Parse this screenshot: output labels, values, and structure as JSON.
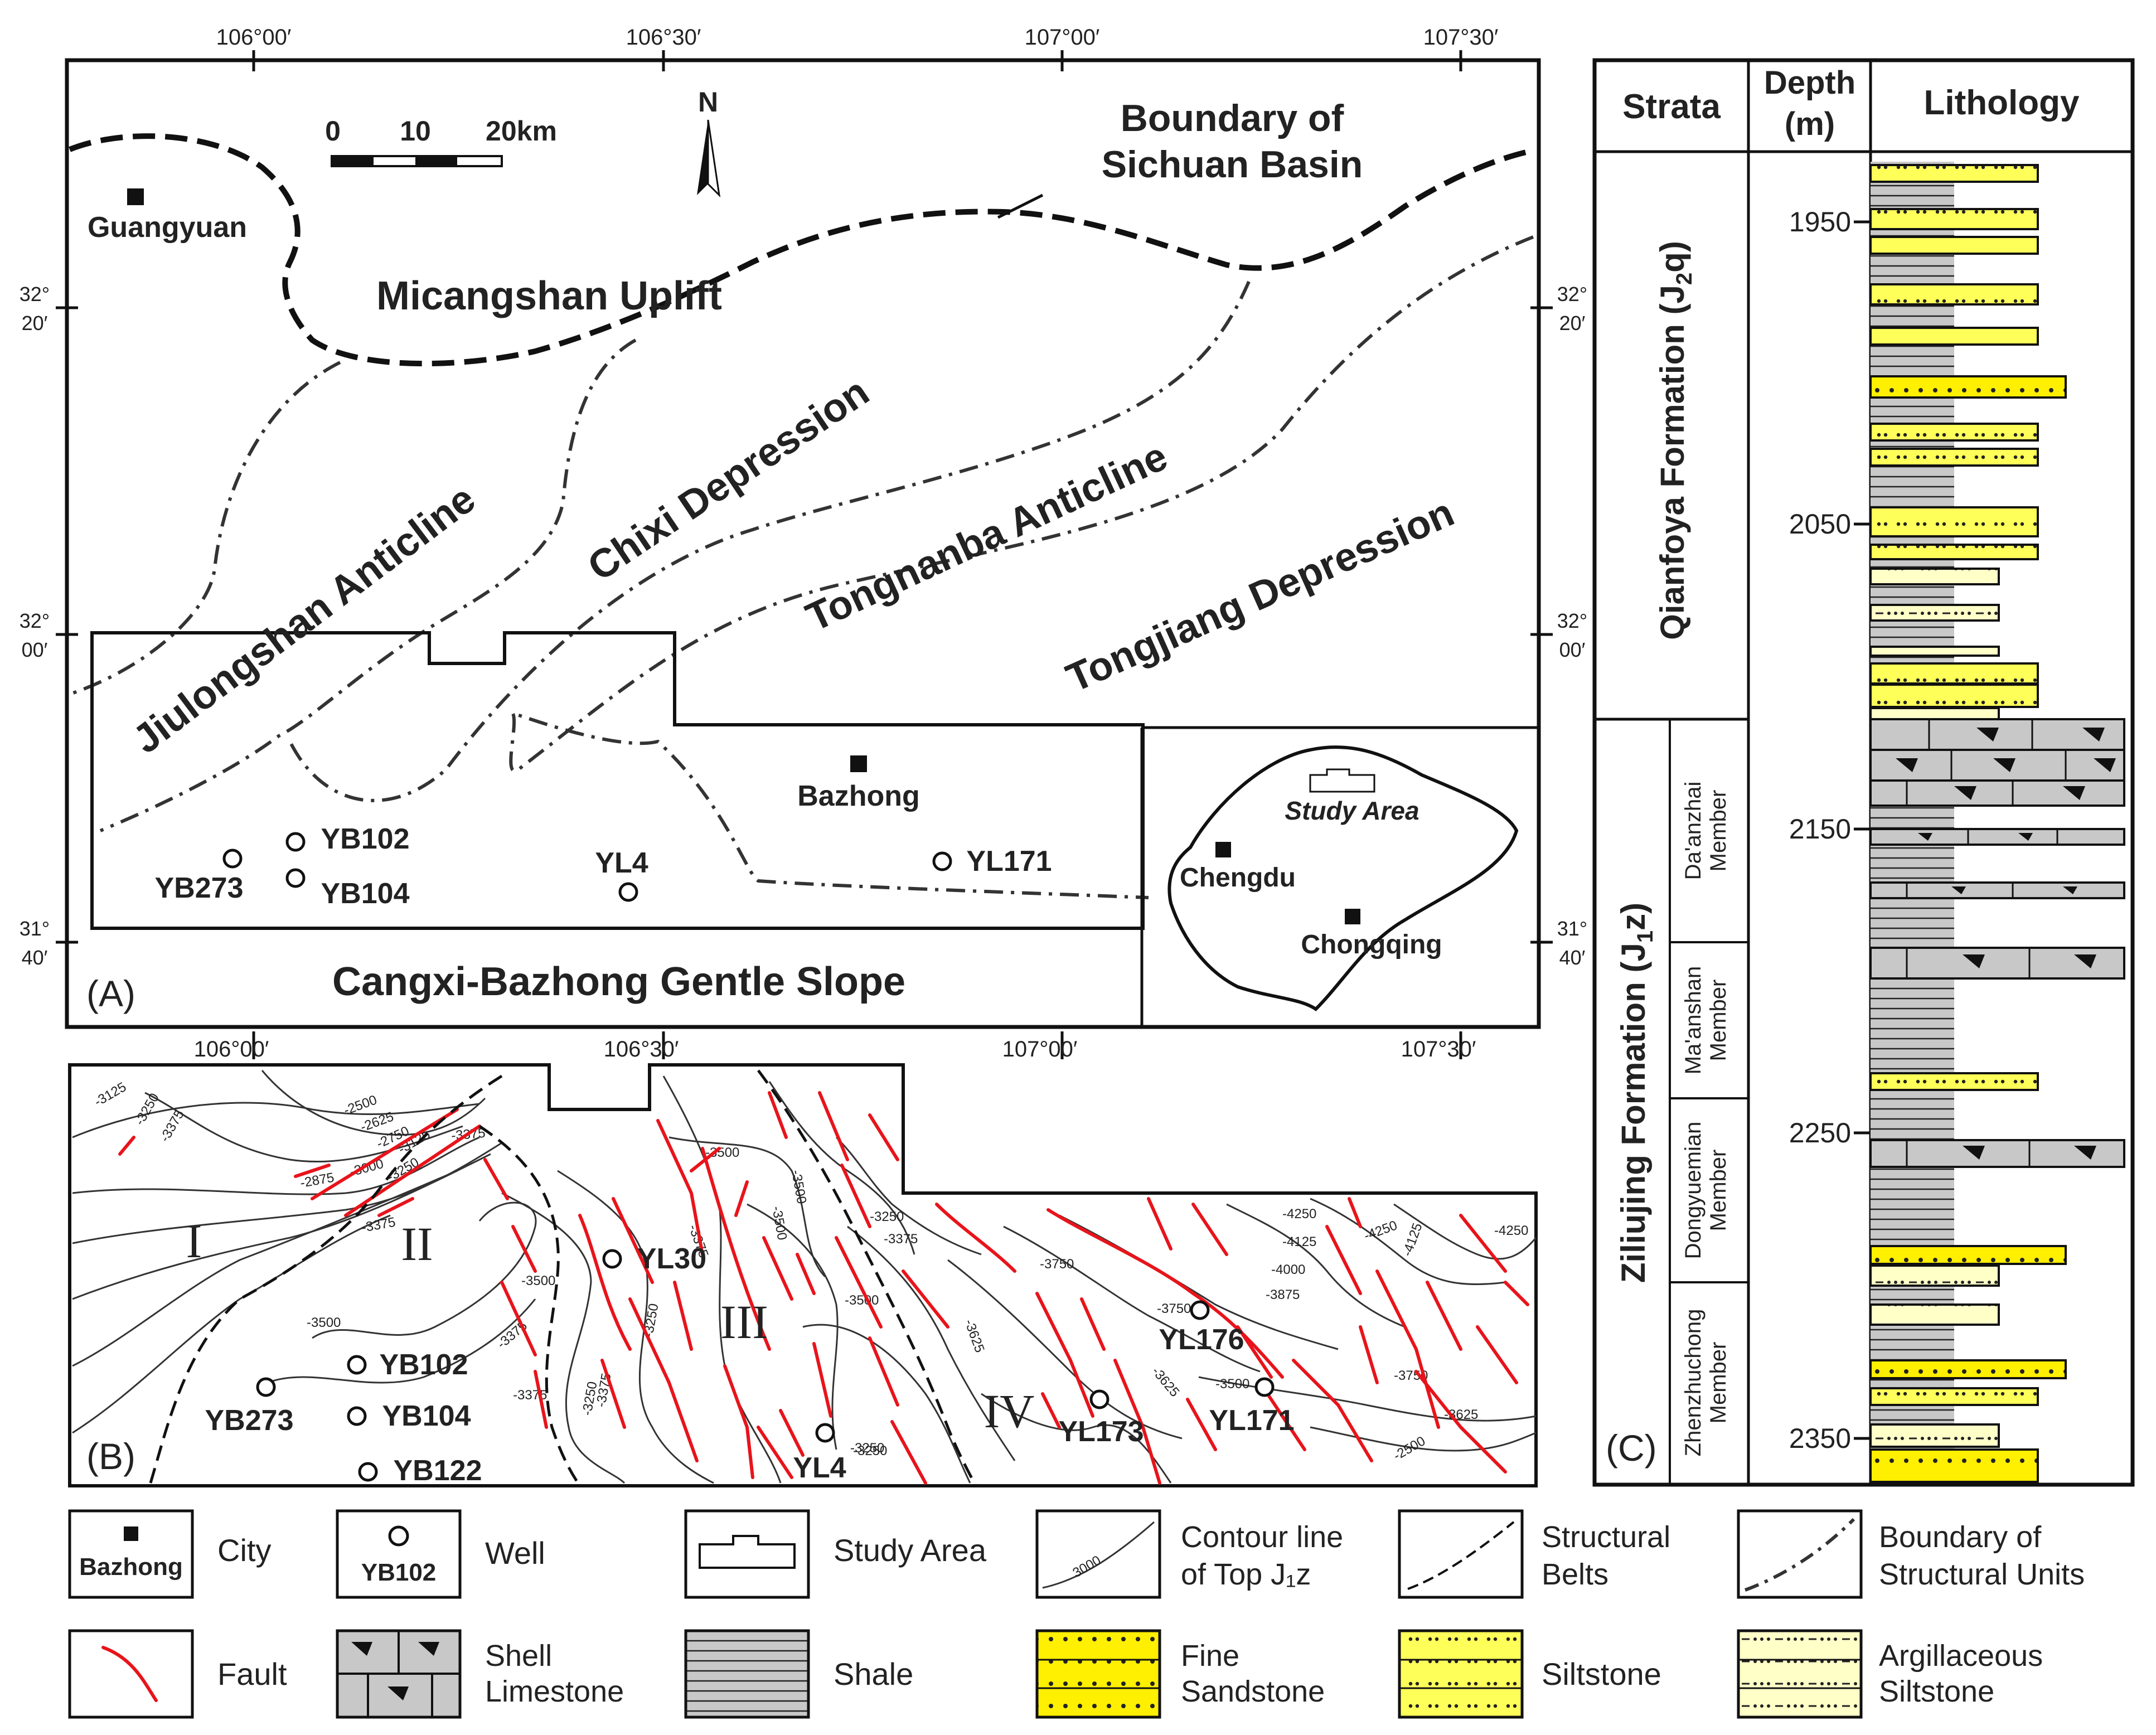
{
  "colors": {
    "fault": "#e8141b",
    "fine_sandstone": "#ffef00",
    "siltstone": "#ffff5a",
    "argillaceous_siltstone": "#ffffc8",
    "shale": "#c8c8c8",
    "limestone": "#c8c8c8"
  },
  "panel_a": {
    "label": "(A)",
    "lon_ticks": [
      "106°00′",
      "106°30′",
      "107°00′",
      "107°30′"
    ],
    "lat_ticks_left": [
      [
        "32°",
        "20′"
      ],
      [
        "32°",
        "00′"
      ],
      [
        "31°",
        "40′"
      ]
    ],
    "lat_ticks_right": [
      [
        "32°",
        "20′"
      ],
      [
        "32°",
        "00′"
      ],
      [
        "31°",
        "40′"
      ]
    ],
    "scale": {
      "ticks": [
        "0",
        "10",
        "20km"
      ]
    },
    "north": "N",
    "boundary_label": [
      "Boundary of",
      "Sichuan Basin"
    ],
    "units": [
      "Micangshan Uplift",
      "Jiulongshan Anticline",
      "Chixi Depression",
      "Tongnanba Anticline",
      "Tongjiang Depression",
      "Cangxi-Bazhong Gentle Slope"
    ],
    "cities": [
      "Guangyuan",
      "Bazhong"
    ],
    "wells": [
      "YB273",
      "YB102",
      "YB104",
      "YL4",
      "YL171"
    ],
    "inset": {
      "study_area": "Study Area",
      "cities": [
        "Chengdu",
        "Chongqing"
      ]
    }
  },
  "panel_b": {
    "label": "(B)",
    "lon_ticks": [
      "106°00′",
      "106°30′",
      "107°00′",
      "107°30′"
    ],
    "zones": [
      "I",
      "II",
      "III",
      "IV"
    ],
    "wells": [
      "YL30",
      "YB102",
      "YB273",
      "YB104",
      "YB122",
      "YL4",
      "YL176",
      "YL173",
      "YL171"
    ],
    "contour_labels": [
      "-3125",
      "-3250",
      "-3375",
      "-2500",
      "-2625",
      "-2750",
      "-2875",
      "-3000",
      "-3125",
      "-3250",
      "-3375",
      "-3375",
      "-3500",
      "-3500",
      "-3375",
      "-3375",
      "-3250",
      "-3250",
      "-3375",
      "-3500",
      "-3375",
      "-3500",
      "-3500",
      "-3250",
      "-3375",
      "-3500",
      "-3250",
      "-3625",
      "-3750",
      "-4250",
      "-4125",
      "-4000",
      "-3875",
      "-4250",
      "-4125",
      "-4250",
      "-3750",
      "-3625",
      "-3500",
      "-3750",
      "-3625",
      "-2500",
      "-3250"
    ]
  },
  "panel_c": {
    "label": "(C)",
    "headers": [
      "Strata",
      "Depth",
      "(m)",
      "Lithology"
    ],
    "formations": [
      {
        "name": "Qianfoya Formation (J",
        "sub": "2",
        "tail": "q)"
      },
      {
        "name": "Ziliujing Formation (J",
        "sub": "1",
        "tail": "z)"
      }
    ],
    "members": [
      [
        "Da'anzhai",
        "Member"
      ],
      [
        "Ma'anshan",
        "Member"
      ],
      [
        "Dongyuemian",
        "Member"
      ],
      [
        "Zhenzhuchong",
        "Member"
      ]
    ],
    "depth_ticks": [
      "1950",
      "2050",
      "2150",
      "2250",
      "2350"
    ]
  },
  "legend": [
    {
      "symbol_text": "Bazhong",
      "label": [
        "City"
      ]
    },
    {
      "symbol_text": "YB102",
      "label": [
        "Well"
      ]
    },
    {
      "symbol_text": "",
      "label": [
        "Study Area"
      ]
    },
    {
      "symbol_text": "3000",
      "label": [
        "Contour line",
        "of Top J₁z"
      ]
    },
    {
      "symbol_text": "",
      "label": [
        "Structural",
        "Belts"
      ]
    },
    {
      "symbol_text": "",
      "label": [
        "Boundary of",
        "Structural Units"
      ]
    },
    {
      "symbol_text": "",
      "label": [
        "Fault"
      ]
    },
    {
      "symbol_text": "",
      "label": [
        "Shell",
        "Limestone"
      ]
    },
    {
      "symbol_text": "",
      "label": [
        "Shale"
      ]
    },
    {
      "symbol_text": "",
      "label": [
        "Fine",
        "Sandstone"
      ]
    },
    {
      "symbol_text": "",
      "label": [
        "Siltstone"
      ]
    },
    {
      "symbol_text": "",
      "label": [
        "Argillaceous",
        "Siltstone"
      ]
    }
  ]
}
